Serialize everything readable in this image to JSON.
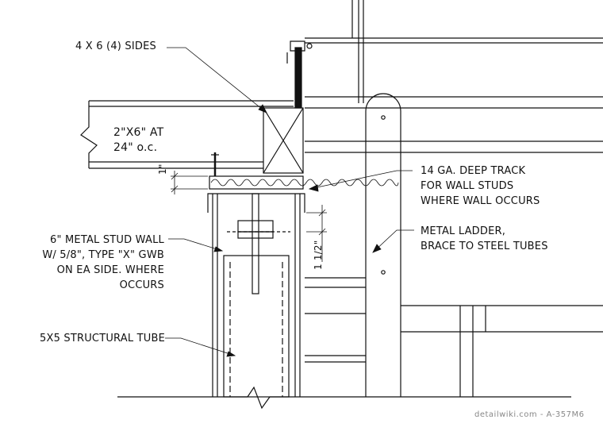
{
  "labels": {
    "sides": "4 X 6 (4) SIDES",
    "joist_line1": "2\"X6\" AT",
    "joist_line2": "24\" o.c.",
    "track_line1": "14 GA. DEEP TRACK",
    "track_line2": "FOR WALL STUDS",
    "track_line3": "WHERE WALL OCCURS",
    "ladder_line1": "METAL LADDER,",
    "ladder_line2": "BRACE TO STEEL TUBES",
    "stud_line1": "6\" METAL STUD WALL",
    "stud_line2": "W/ 5/8\", TYPE \"X\" GWB",
    "stud_line3": "ON EA SIDE. WHERE",
    "stud_line4": "OCCURS",
    "tube": "5X5 STRUCTURAL TUBE"
  },
  "dimensions": {
    "one_inch": "1\"",
    "one_half": "1 1/2\""
  },
  "watermark": "detailwiki.com - A-357M6",
  "colors": {
    "line": "#111111",
    "watermark": "#888888",
    "background": "#ffffff"
  }
}
